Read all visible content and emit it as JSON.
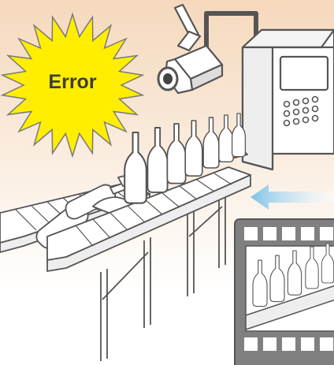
{
  "alert": {
    "label": "Error",
    "fill_color": "#ffee00",
    "stroke_color": "#7a7a7a"
  },
  "components": {
    "camera": "camera-icon",
    "controller": "control-panel",
    "signal_arrow": "arrow-left-icon",
    "monitor_frame": "film-frame",
    "conveyor": "conveyor-belt",
    "bottles": "bottle-icons"
  },
  "colors": {
    "background_top": "#f6d9bd",
    "line": "#555555",
    "monitor_frame": "#808080",
    "arrow": "#7ec3e8"
  }
}
